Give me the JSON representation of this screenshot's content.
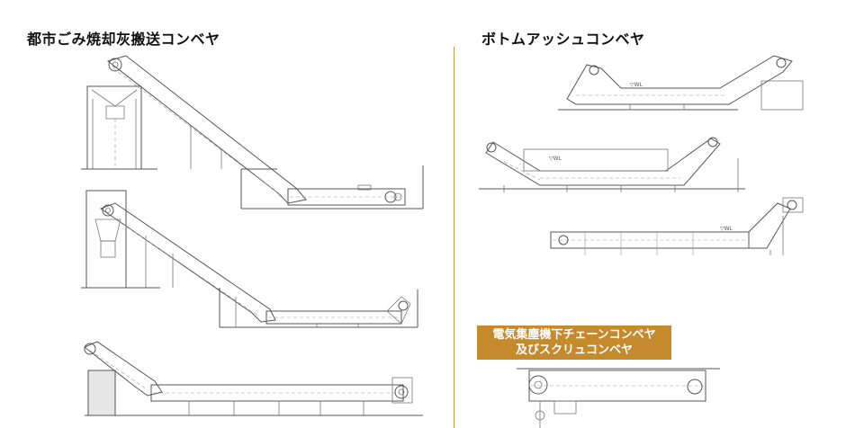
{
  "left_section": {
    "title": "都市ごみ焼却灰搬送コンベヤ"
  },
  "right_section": {
    "title": "ボトムアッシュコンベヤ",
    "wl_label": "▽WL"
  },
  "badge": {
    "line1": "電気集塵機下チェーンコンベヤ",
    "line2": "及びスクリュコンベヤ"
  },
  "colors": {
    "divider": "#c99a45",
    "badge_bg": "#c48a2c",
    "line": "#555555"
  }
}
